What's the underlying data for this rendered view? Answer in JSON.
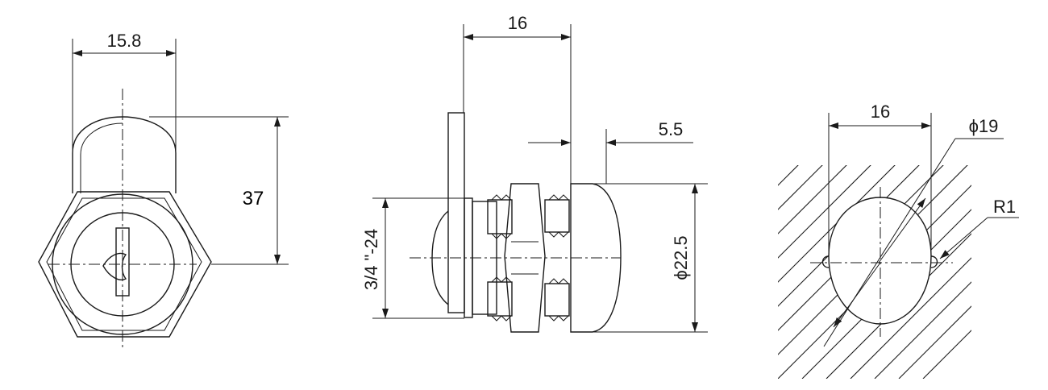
{
  "dimensions": {
    "front_width": "15.8",
    "front_height": "37",
    "side_length": "16",
    "side_cap": "5.5",
    "side_diameter": "ϕ22.5",
    "side_thread": "3/4 \"-24",
    "cutout_width": "16",
    "cutout_diameter": "ϕ19",
    "cutout_radius": "R1"
  },
  "colors": {
    "line": "#1a1a1a",
    "background": "#ffffff"
  }
}
